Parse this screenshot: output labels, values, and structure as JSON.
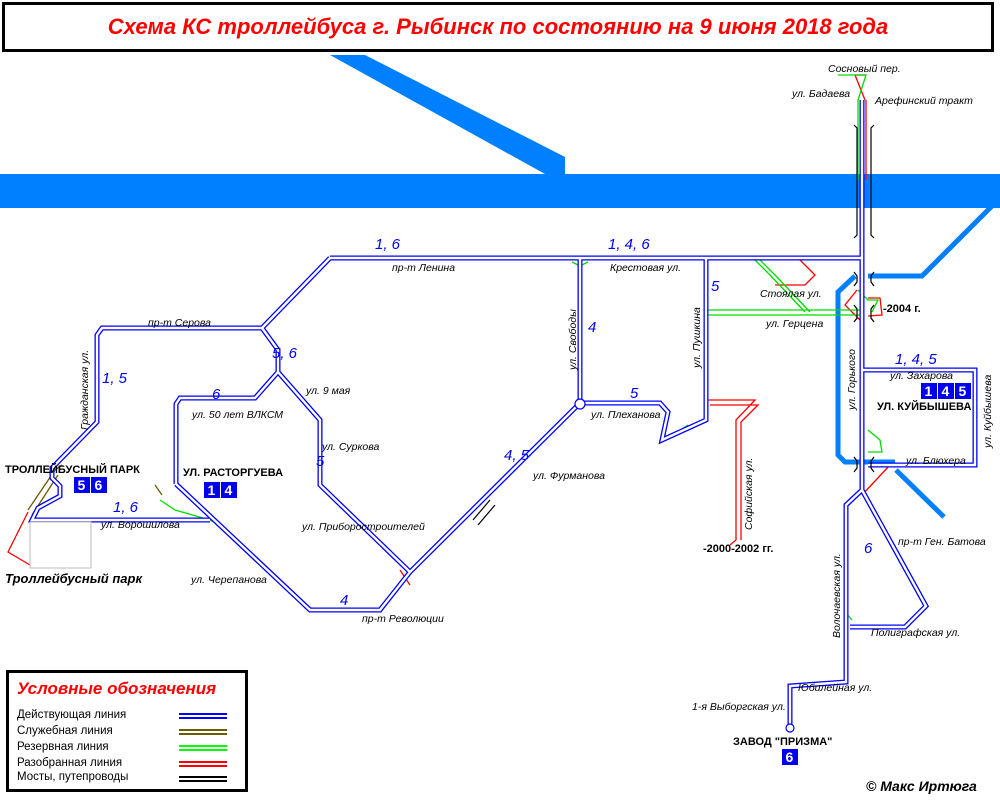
{
  "title": "Схема КС троллейбуса г. Рыбинск по состоянию на 9 июня 2018 года",
  "colors": {
    "active": "#0000ff",
    "service": "#6b5a00",
    "reserve": "#00ff00",
    "removed": "#ff0000",
    "river": "#0080ff",
    "title": "#ff0000"
  },
  "streets": {
    "sosnovy": "Сосновый пер.",
    "badaeva": "ул. Бадаева",
    "arefinsky": "Арефинский тракт",
    "lenina": "пр-т Ленина",
    "krestovaya": "Крестовая ул.",
    "stoyalaya": "Стоялая ул.",
    "gertsena": "ул. Герцена",
    "serova": "пр-т Серова",
    "grazhdanskaya": "Гражданская ул.",
    "may9": "ул. 9 мая",
    "vlksm": "ул. 50 лет ВЛКСМ",
    "svobody": "ул. Свободы",
    "pushkina": "ул. Пушкина",
    "gorkogo": "ул. Горького",
    "zakharova": "ул. Захарова",
    "kuibysheva_v": "ул. Куйбышева",
    "plekhanova": "ул. Плеханова",
    "surkova": "ул. Суркова",
    "furmanova": "ул. Фурманова",
    "blyukhera": "ул. Блюхера",
    "sofiyskaya": "Софийская ул.",
    "voroshilova": "ул. Ворошилова",
    "priborostroiteley": "ул. Приборостроителей",
    "batova": "пр-т Ген. Батова",
    "volochaevskaya": "Волочаевская ул.",
    "cherepanova": "ул. Черепанова",
    "revolyutsii": "пр-т Революции",
    "poligrafskaya": "Полиграфская ул.",
    "yubileynaya": "Юбилейная ул.",
    "vyborgskaya": "1-я Выборгская ул.",
    "park_label": "Троллейбусный парк"
  },
  "routes": {
    "lenina_w": "1, 6",
    "lenina_e": "1, 4, 6",
    "pushkina": "5",
    "svobody": "4",
    "plekhanova": "5",
    "serova_56": "5, 6",
    "grazhd": "1, 5",
    "vlksm": "6",
    "surkova": "5",
    "furmanova": "4, 5",
    "voroshilova": "1, 6",
    "revolyutsii": "4",
    "zakharova": "1, 4, 5",
    "batova": "6"
  },
  "stations": {
    "park": {
      "name": "ТРОЛЛЕЙБУСНЫЙ ПАРК",
      "routes": [
        "5",
        "6"
      ]
    },
    "rastorgueva": {
      "name": "УЛ. РАСТОРГУЕВА",
      "routes": [
        "1",
        "4"
      ]
    },
    "kuibysheva": {
      "name": "УЛ. КУЙБЫШЕВА",
      "routes": [
        "1",
        "4",
        "5"
      ]
    },
    "prizma": {
      "name": "ЗАВОД \"ПРИЗМА\"",
      "routes": [
        "6"
      ]
    }
  },
  "notes": {
    "y2004": "-2004 г.",
    "y2000": "-2000-2002 гг."
  },
  "legend": {
    "title": "Условные обозначения",
    "items": [
      {
        "label": "Действующая линия",
        "color": "#0000ff"
      },
      {
        "label": "Служебная линия",
        "color": "#6b5a00"
      },
      {
        "label": "Резервная линия",
        "color": "#00ff00"
      },
      {
        "label": "Разобранная линия",
        "color": "#ff0000"
      },
      {
        "label": "Мосты, путепроводы",
        "color": "#000000"
      }
    ]
  },
  "copyright": "© Макс Иртюга"
}
